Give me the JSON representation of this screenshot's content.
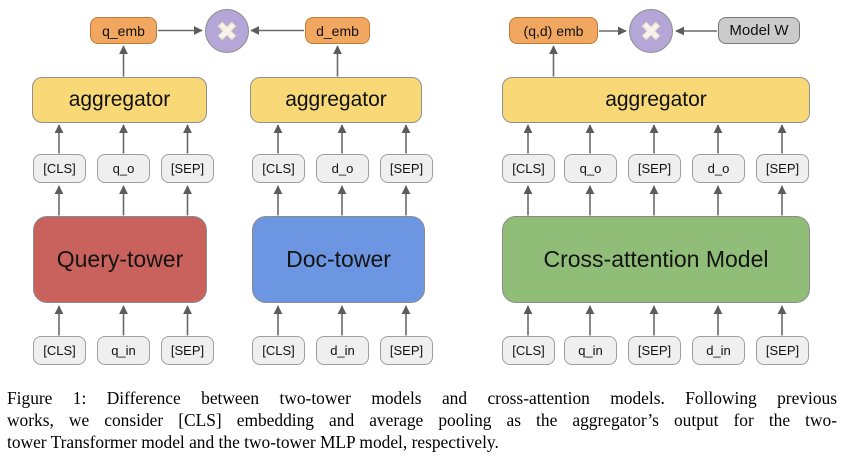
{
  "figure_title": "Figure 1",
  "palette": {
    "embedding_box": "#F1A75F",
    "embedding_border": "#BE7B35",
    "aggregator_box": "#F8D877",
    "token_box": "#EFEFEF",
    "query_tower": "#C9625C",
    "doc_tower": "#6C96E2",
    "cross_attention": "#90BE78",
    "multiply_circle": "#B4A7D8",
    "model_w_box": "#CBCBCB",
    "arrow": "#666666"
  },
  "diagram": {
    "panel1": {
      "tower_label": "Query-tower",
      "aggregator_label": "aggregator",
      "emb_label": "q_emb",
      "tokens_out": [
        "[CLS]",
        "q_o",
        "[SEP]"
      ],
      "tokens_in": [
        "[CLS]",
        "q_in",
        "[SEP]"
      ]
    },
    "panel2": {
      "tower_label": "Doc-tower",
      "aggregator_label": "aggregator",
      "emb_label": "d_emb",
      "tokens_out": [
        "[CLS]",
        "d_o",
        "[SEP]"
      ],
      "tokens_in": [
        "[CLS]",
        "d_in",
        "[SEP]"
      ]
    },
    "panel3": {
      "model_label": "Cross-attention Model",
      "aggregator_label": "aggregator",
      "emb_label": "(q,d) emb",
      "weight_label": "Model W",
      "tokens_out": [
        "[CLS]",
        "q_o",
        "[SEP]",
        "d_o",
        "[SEP]"
      ],
      "tokens_in": [
        "[CLS]",
        "q_in",
        "[SEP]",
        "d_in",
        "[SEP]"
      ]
    },
    "operator": "multiply"
  },
  "caption": {
    "lines": [
      "Figure 1: Difference between two-tower models and cross-attention models.  Following previous",
      "works, we consider [CLS] embedding and average pooling as the aggregator’s output for the two-",
      "tower Transformer model and the two-tower MLP model, respectively."
    ]
  }
}
